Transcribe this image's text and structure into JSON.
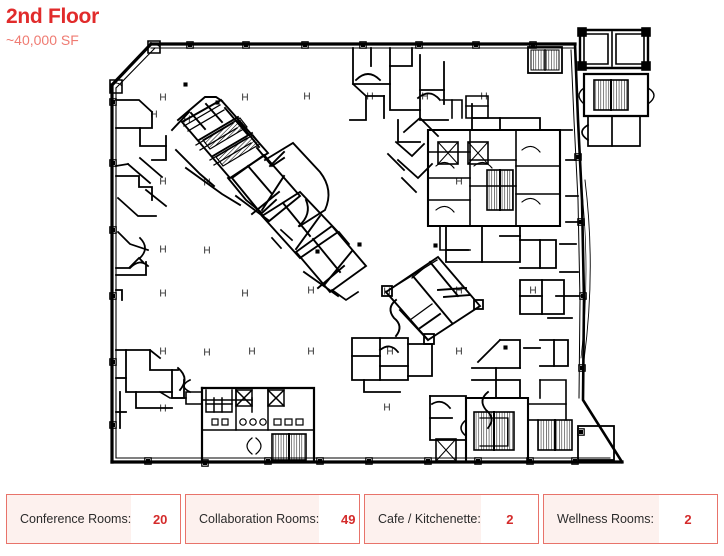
{
  "header": {
    "floor_title": "2nd Floor",
    "floor_area": "~40,000 SF",
    "title_color": "#e12b2b",
    "area_color": "#ef7b72"
  },
  "plan": {
    "caption": "architectural floor plan drawing",
    "line_color": "#000000",
    "background": "#ffffff"
  },
  "stats": {
    "accent_color": "#e8736a",
    "value_color": "#d42b2b",
    "cell_background": "#fdf1ee",
    "value_background": "#ffffff",
    "items": [
      {
        "label": "Conference Rooms:",
        "value": "20"
      },
      {
        "label": "Collaboration Rooms:",
        "value": "49"
      },
      {
        "label": "Cafe / Kitchenette:",
        "value": "2"
      },
      {
        "label": "Wellness Rooms:",
        "value": "2"
      }
    ]
  }
}
